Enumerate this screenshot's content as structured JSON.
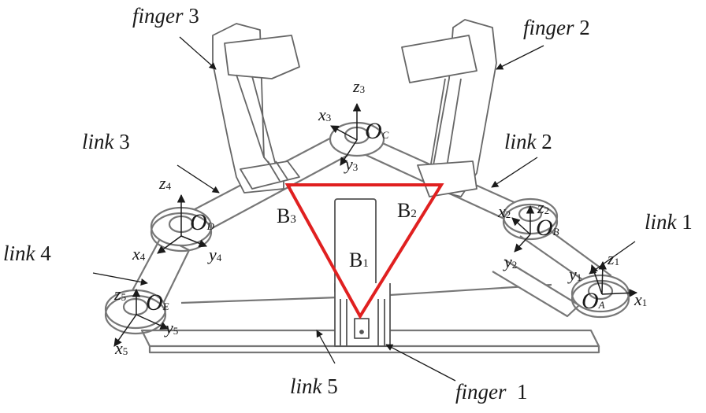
{
  "figure": {
    "subject": "Three-finger robotic gripper with five-link base mechanism",
    "highlight_color": "#e02020",
    "line_color": "#555555",
    "text_color": "#1a1a1a"
  },
  "labels": {
    "finger1": {
      "word": "finger",
      "num": "1"
    },
    "finger2": {
      "word": "finger",
      "num": "2"
    },
    "finger3": {
      "word": "finger",
      "num": "3"
    },
    "link1": {
      "word": "link",
      "num": "1"
    },
    "link2": {
      "word": "link",
      "num": "2"
    },
    "link3": {
      "word": "link",
      "num": "3"
    },
    "link4": {
      "word": "link",
      "num": "4"
    },
    "link5": {
      "word": "link",
      "num": "5"
    }
  },
  "origins": {
    "A": {
      "letter": "O",
      "sub": "A"
    },
    "B": {
      "letter": "O",
      "sub": "B"
    },
    "C": {
      "letter": "O",
      "sub": "C"
    },
    "D": {
      "letter": "O",
      "sub": "D"
    },
    "E": {
      "letter": "O",
      "sub": "E"
    }
  },
  "frames": {
    "f1": {
      "x": "x",
      "y": "y",
      "z": "z",
      "n": "1"
    },
    "f2": {
      "x": "x",
      "y": "y",
      "z": "z",
      "n": "2"
    },
    "f3": {
      "x": "x",
      "y": "y",
      "z": "z",
      "n": "3"
    },
    "f4": {
      "x": "x",
      "y": "y",
      "z": "z",
      "n": "4"
    },
    "f5": {
      "x": "x",
      "y": "y",
      "z": "z",
      "n": "5"
    }
  },
  "triangle": {
    "B1": {
      "letter": "B",
      "sub": "1"
    },
    "B2": {
      "letter": "B",
      "sub": "2"
    },
    "B3": {
      "letter": "B",
      "sub": "3"
    }
  }
}
